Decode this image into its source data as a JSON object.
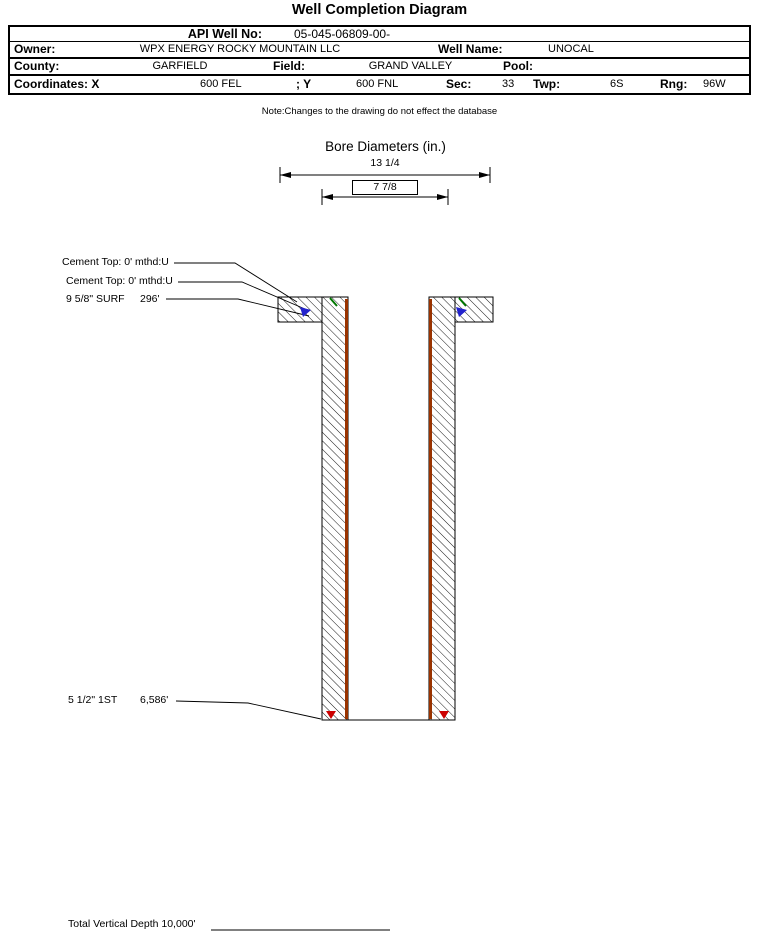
{
  "title": "Well Completion Diagram",
  "header": {
    "api_label": "API Well No:",
    "api_value": "05-045-06809-00-",
    "owner_label": "Owner:",
    "owner_value": "WPX ENERGY ROCKY MOUNTAIN LLC",
    "well_name_label": "Well Name:",
    "well_name_value": "UNOCAL",
    "county_label": "County:",
    "county_value": "GARFIELD",
    "field_label": "Field:",
    "field_value": "GRAND VALLEY",
    "pool_label": "Pool:",
    "pool_value": "",
    "coordinates_label": "Coordinates: X",
    "coord_x_value": "600 FEL",
    "coord_y_label": "; Y",
    "coord_y_value": "600 FNL",
    "sec_label": "Sec:",
    "sec_value": "33",
    "twp_label": "Twp:",
    "twp_value": "6S",
    "rng_label": "Rng:",
    "rng_value": "96W"
  },
  "note": "Note:Changes to the drawing do not effect the database",
  "bore": {
    "title": "Bore Diameters (in.)",
    "outer": "13 1/4",
    "inner": "7 7/8"
  },
  "annotations": {
    "cement_top_1": "Cement Top: 0' mthd:U",
    "cement_top_2": "Cement Top: 0' mthd:U",
    "surface_casing_label": "9 5/8\" SURF",
    "surface_casing_depth": "296'",
    "first_casing_label": "5 1/2\" 1ST",
    "first_casing_depth": "6,586'",
    "total_depth": "Total Vertical Depth 10,000'"
  },
  "colors": {
    "casing": "#993300",
    "mark_green": "#007700",
    "mark_blue": "#2222cc",
    "mark_red": "#cc0000"
  }
}
